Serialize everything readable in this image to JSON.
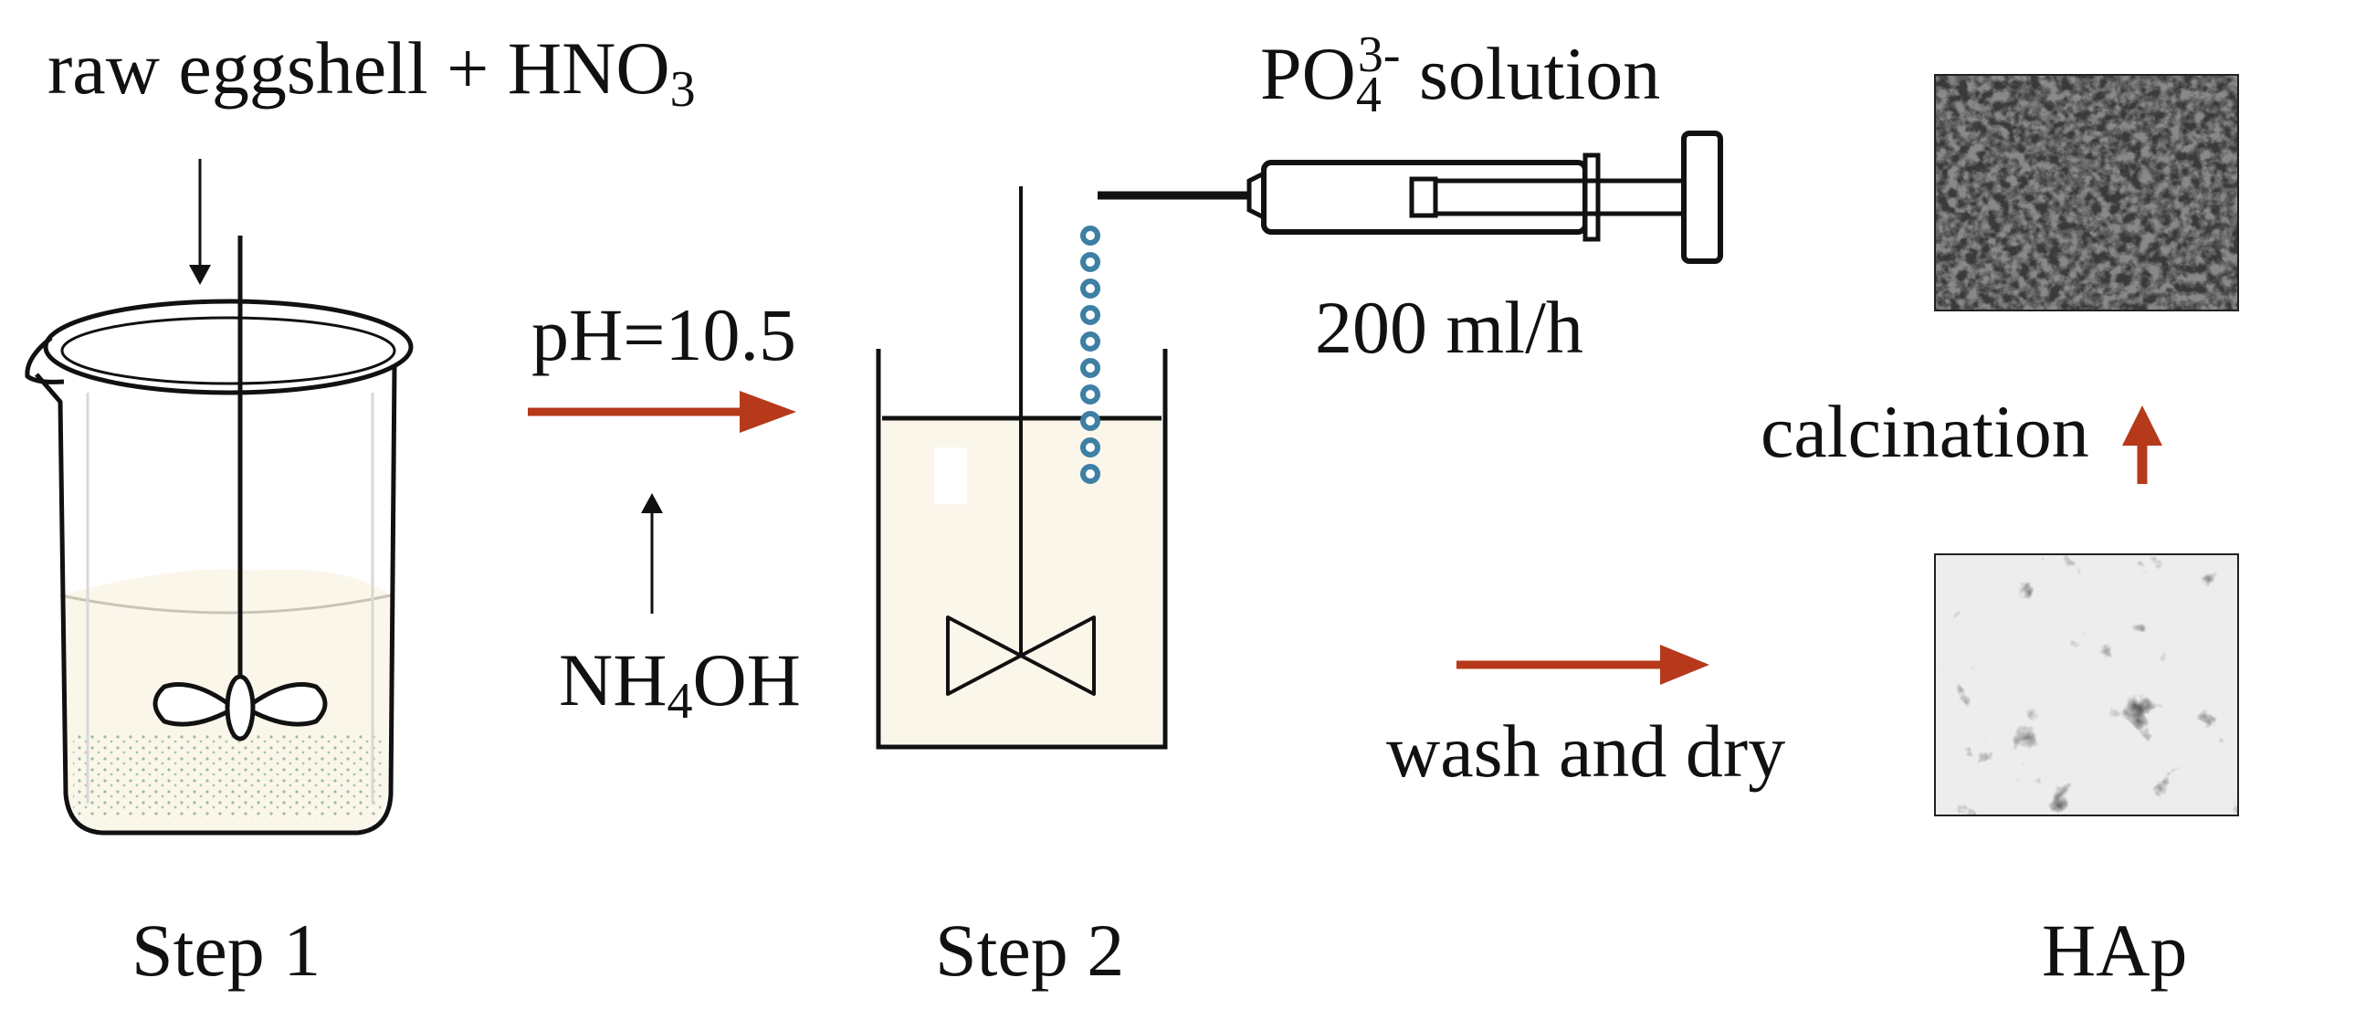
{
  "labels": {
    "reactants": {
      "text": "raw eggshell + HNO",
      "sub": "3"
    },
    "ph": "pH=10.5",
    "base": {
      "pre": "NH",
      "sub": "4",
      "post": "OH"
    },
    "phosphate": {
      "pre": "PO",
      "sub": "4",
      "sup": "3-",
      "post": " solution"
    },
    "flow_rate": "200 ml/h",
    "calcination": "calcination",
    "wash": "wash and dry",
    "step1": "Step 1",
    "step2": "Step 2",
    "product": "HAp"
  },
  "colors": {
    "arrow_accent": "#b5391a",
    "solution_fill": "#fbf6ea",
    "droplet": "#3e7fa4",
    "line": "#111111",
    "sem_dark": "#3a3a3a",
    "sem_light": "#cfcfcf"
  },
  "icons": {
    "beaker": "beaker-with-propeller-stirrer-icon",
    "reactor": "reactor-vessel-with-paddle-stirrer-icon",
    "syringe": "syringe-pump-icon",
    "sem_top": "sem-micrograph-calcined-icon",
    "sem_bottom": "sem-micrograph-as-prepared-icon"
  }
}
